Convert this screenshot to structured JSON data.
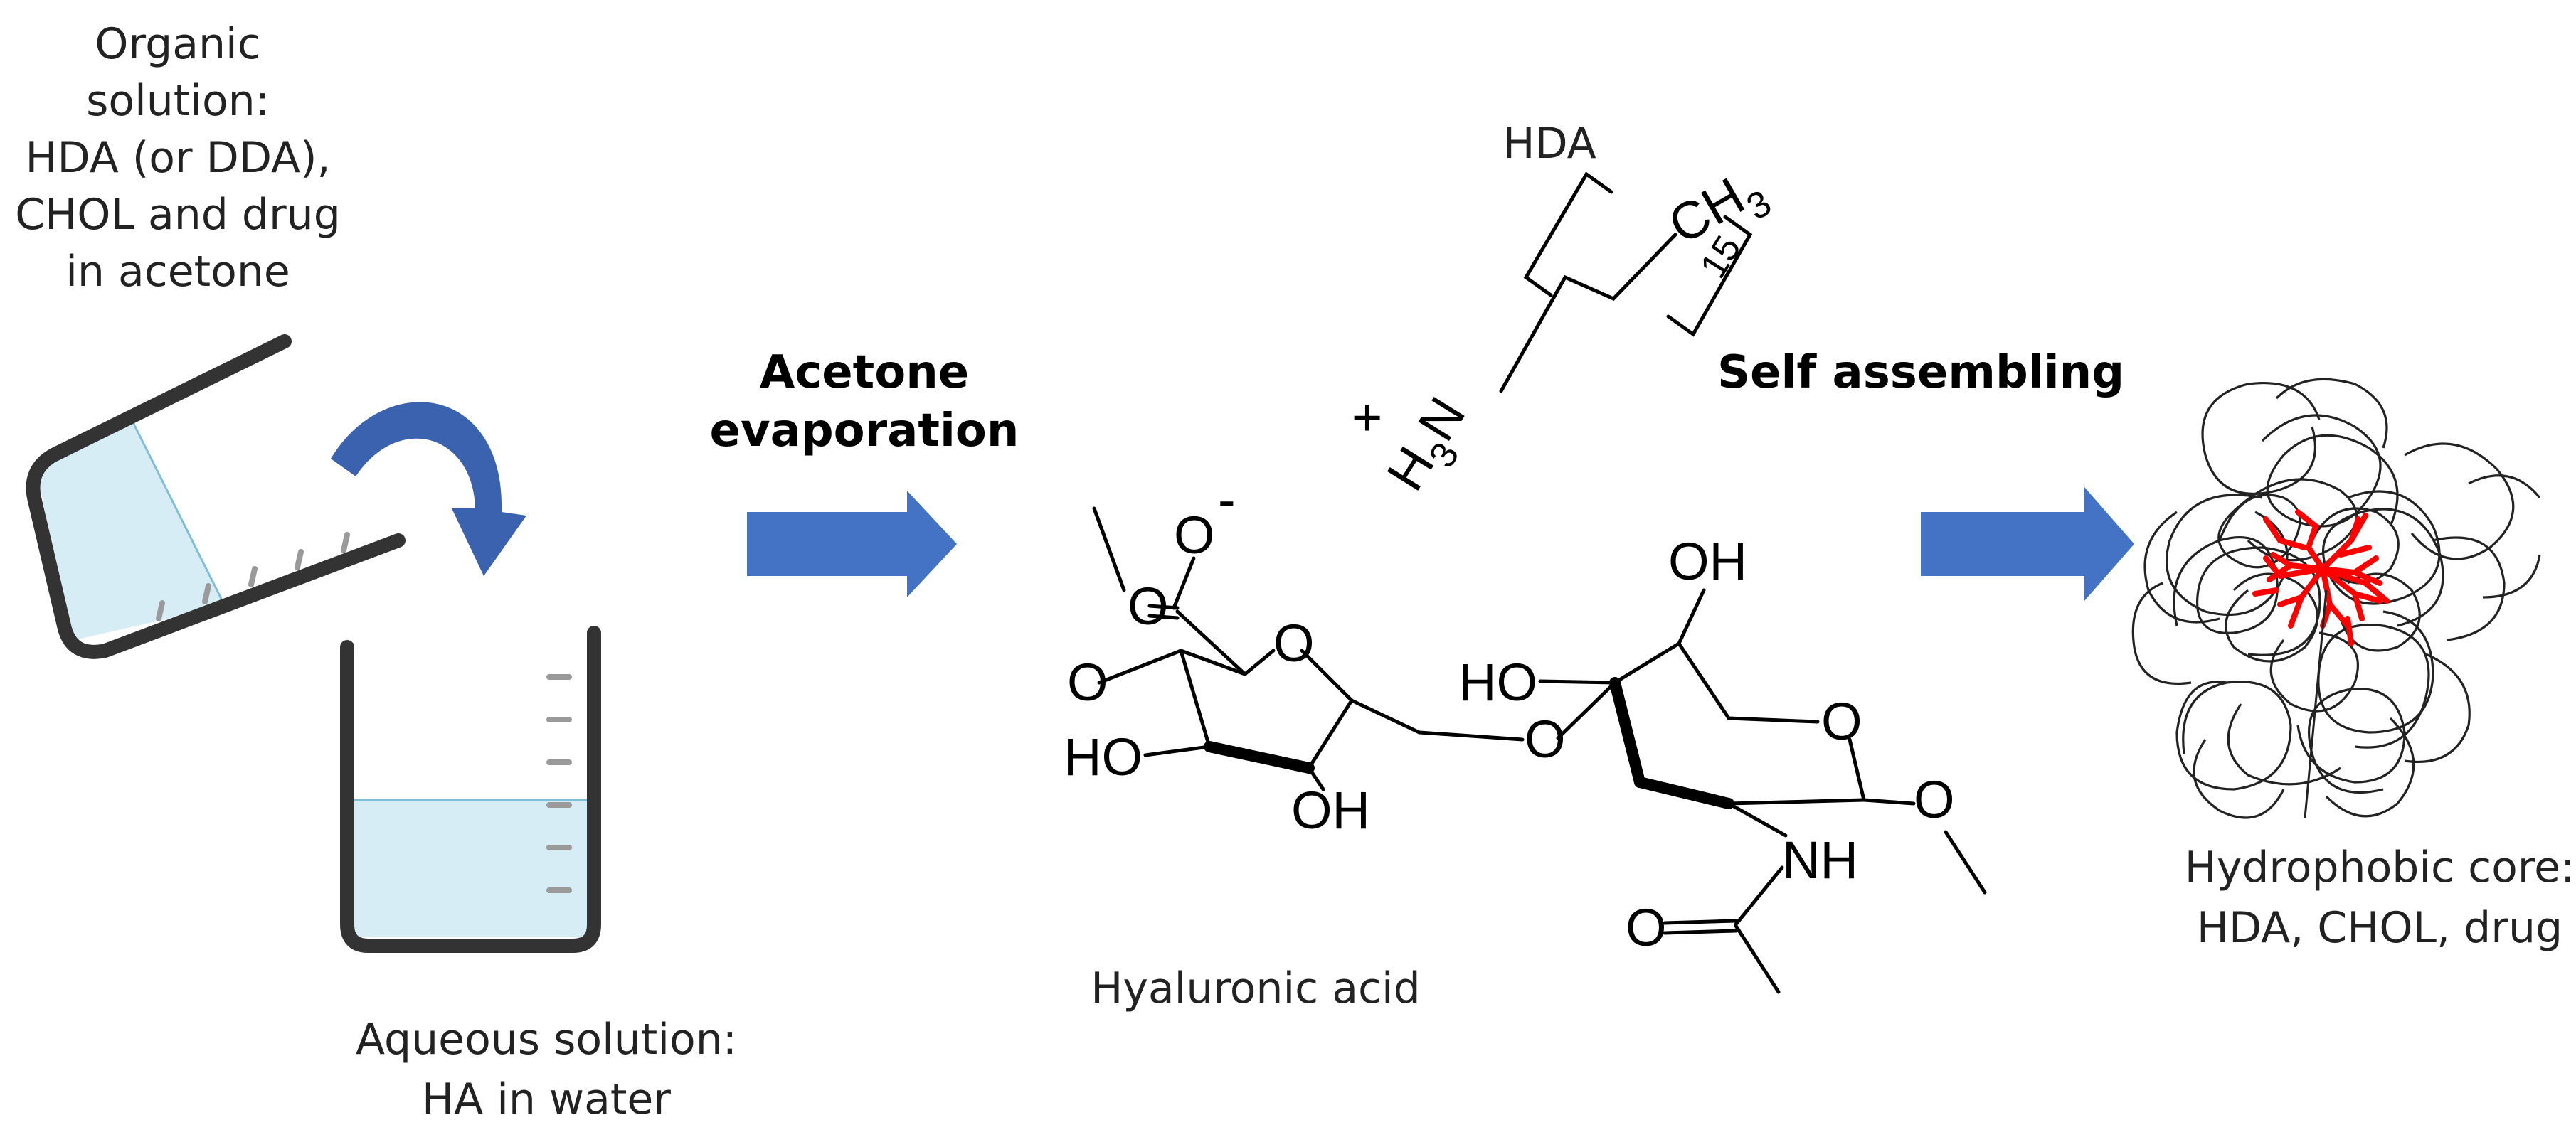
{
  "labels": {
    "organic_solution": [
      "Organic",
      "solution:",
      "HDA (or DDA),",
      "CHOL and drug",
      "in acetone"
    ],
    "aqueous_solution": [
      "Aqueous solution:",
      "HA in water"
    ],
    "acetone_evaporation": [
      "Acetone",
      "evaporation"
    ],
    "self_assembling": "Self assembling",
    "hda": "HDA",
    "hyaluronic_acid": "Hyaluronic acid",
    "hydrophobic_core": [
      "Hydrophobic core:",
      "HDA, CHOL, drug"
    ]
  },
  "chem_text": {
    "plus_charge": "+",
    "minus_charge": "-",
    "h3n_h": "H",
    "h3n_3": "3",
    "h3n_n": "N",
    "ch3_c": "CH",
    "ch3_3": "3",
    "repeat_15": "15",
    "o": "O",
    "ho": "HO",
    "oh": "OH",
    "nh": "NH"
  },
  "colors": {
    "arrow_blue": "#4472C4",
    "curved_arrow_blue": "#3A62AF",
    "water_blue": "#D6EDF6",
    "beaker_outline": "#333333",
    "core_red": "#FF0000",
    "polymer_black": "#222222"
  }
}
